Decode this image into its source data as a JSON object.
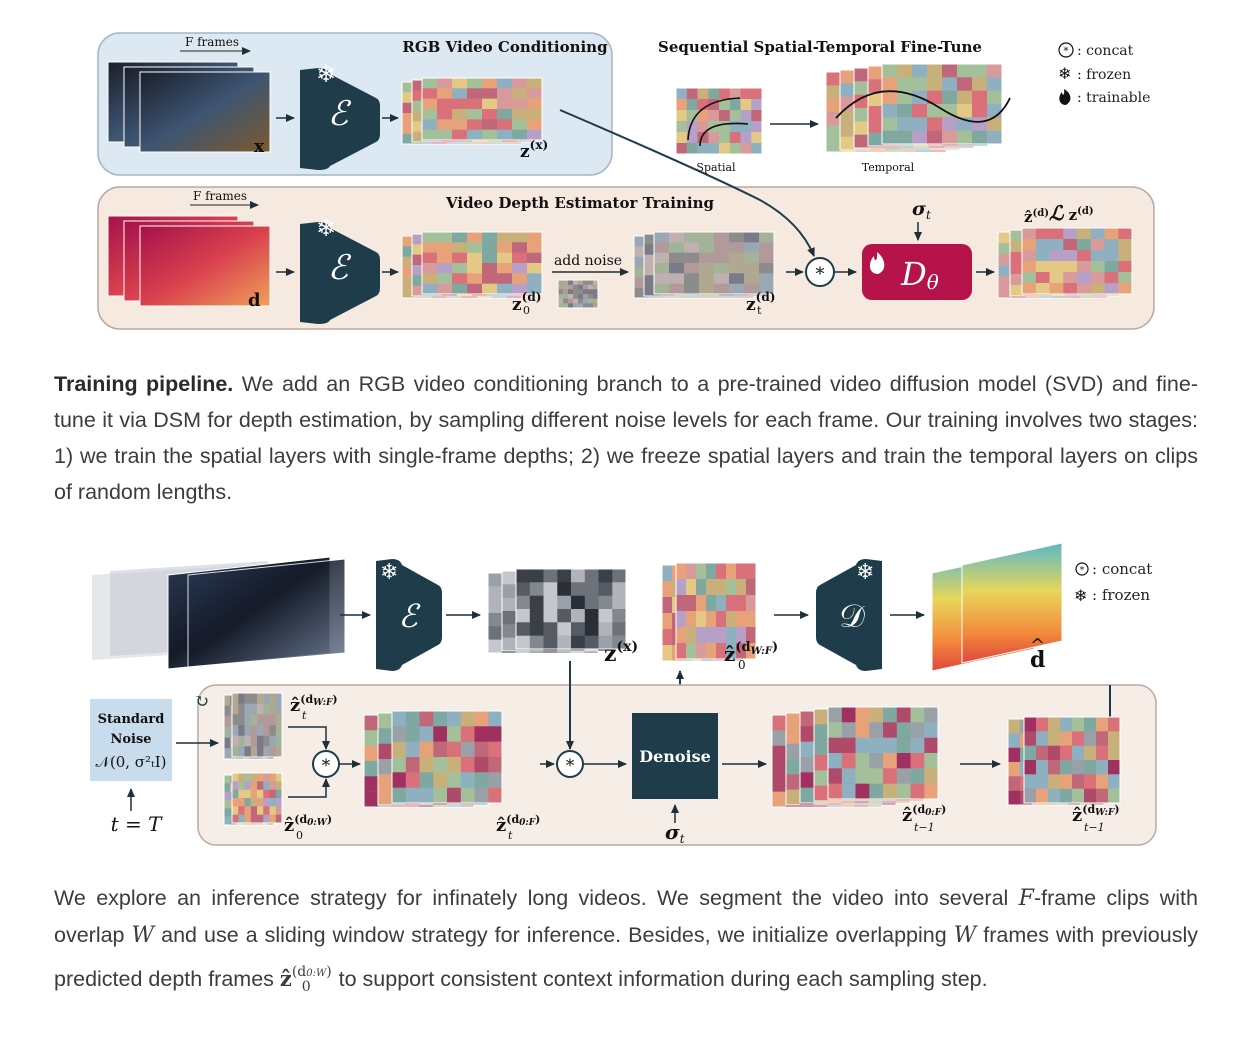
{
  "figure1": {
    "rgb_title": "RGB Video Conditioning",
    "seq_title": "Sequential Spatial-Temporal Fine-Tune",
    "vde_title": "Video Depth Estimator Training",
    "f_frames": "F frames",
    "x_label": "x",
    "d_label": "d",
    "zx_label": "z",
    "zx_sup": "(x)",
    "z0d_main": "z",
    "z0d_sub": "0",
    "z0d_sup": "(d)",
    "ztd_main": "z",
    "ztd_sub": "t",
    "ztd_sup": "(d)",
    "add_noise": "add noise",
    "spatial": "Spatial",
    "temporal": "Temporal",
    "encoder": "ℰ",
    "denoiser_main": "D",
    "denoiser_sub": "θ",
    "sigma": "σ",
    "sigma_sub": "t",
    "loss": "ℒ",
    "legend": {
      "concat": ": concat",
      "frozen": ": frozen",
      "trainable": ": trainable"
    }
  },
  "caption1": {
    "lead": "Training pipeline.",
    "text": " We add an RGB video conditioning branch to a pre-trained video diffusion model (SVD) and fine-tune it via DSM for depth estimation, by sampling different noise levels for each frame. Our training involves two stages: 1) we train the spatial layers with single-frame depths; 2) we freeze spatial layers and train the temporal layers on clips of random lengths."
  },
  "figure2": {
    "encoder": "ℰ",
    "decoder": "𝒟",
    "zx_label": "z",
    "zx_sup": "(x)",
    "z0wf_sup": "(d",
    "z0wf_sub": "W:F",
    "standard_noise_1": "Standard",
    "standard_noise_2": "Noise",
    "normal": "𝒩(0, σ²ₜI)",
    "t_eq_T": "t = T",
    "denoise": "Denoise",
    "sigma": "σ",
    "sigma_sub": "t",
    "zt_wf_sub": "t",
    "z0_0w_range": "0:W",
    "zt_0f_range": "0:F",
    "ztm1_0f_range": "0:F",
    "ztm1_wf_range": "W:F",
    "tminus1": "t−1",
    "d_hat": "d",
    "legend": {
      "concat": ": concat",
      "frozen": ": frozen"
    }
  },
  "caption2": {
    "p1": "We explore an inference strategy for infinately long videos. We segment the video into several ",
    "F": "F",
    "p2": "-frame clips with overlap ",
    "W1": "W",
    "p3": " and use a sliding window strategy for inference. Besides, we initialize overlapping ",
    "W2": "W",
    "p4": " frames with previously predicted depth frames ",
    "z": "ẑ",
    "zsup": "(d",
    "zsupsub": "0:W",
    "zsupend": ")",
    "zsub": "0",
    "p5": " to support consistent context information during each sampling step."
  },
  "colors": {
    "encoder": "#1f3c4a",
    "denoiser": "#b5134a",
    "rgb_panel": "#dde9f2",
    "train_panel": "#f6e9df",
    "noise_box": "#c9dcee"
  }
}
